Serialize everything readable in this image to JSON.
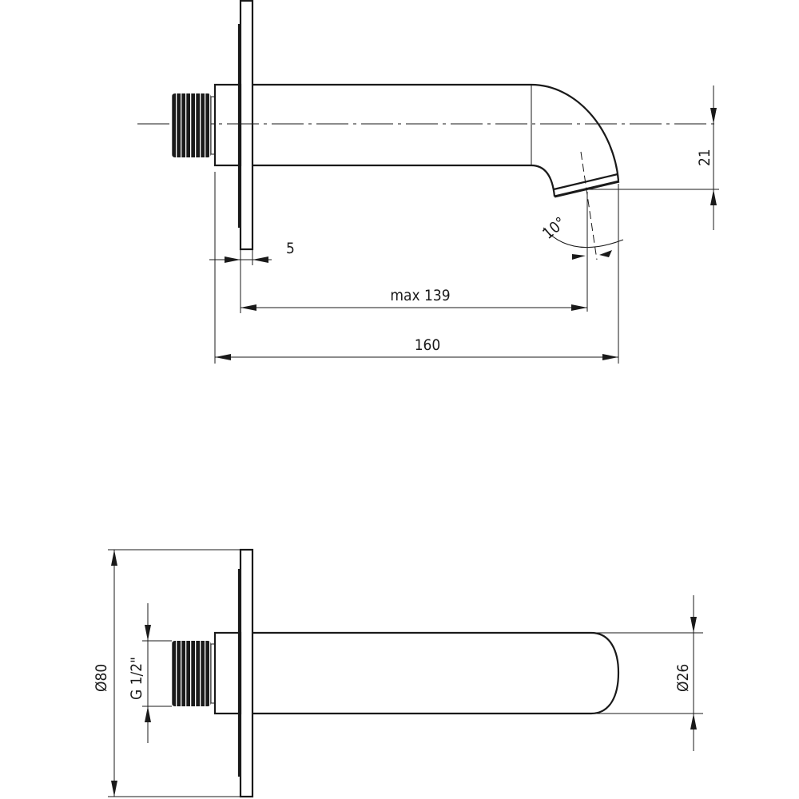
{
  "colors": {
    "line": "#1a1a1a",
    "background": "#ffffff"
  },
  "side_view": {
    "dim_wall": "5",
    "dim_projection": "max 139",
    "dim_length": "160",
    "dim_drop": "21",
    "dim_angle": "10°"
  },
  "top_view": {
    "dim_flange_diameter": "Ø80",
    "dim_thread": "G 1/2\"",
    "dim_spout_diameter": "Ø26"
  }
}
